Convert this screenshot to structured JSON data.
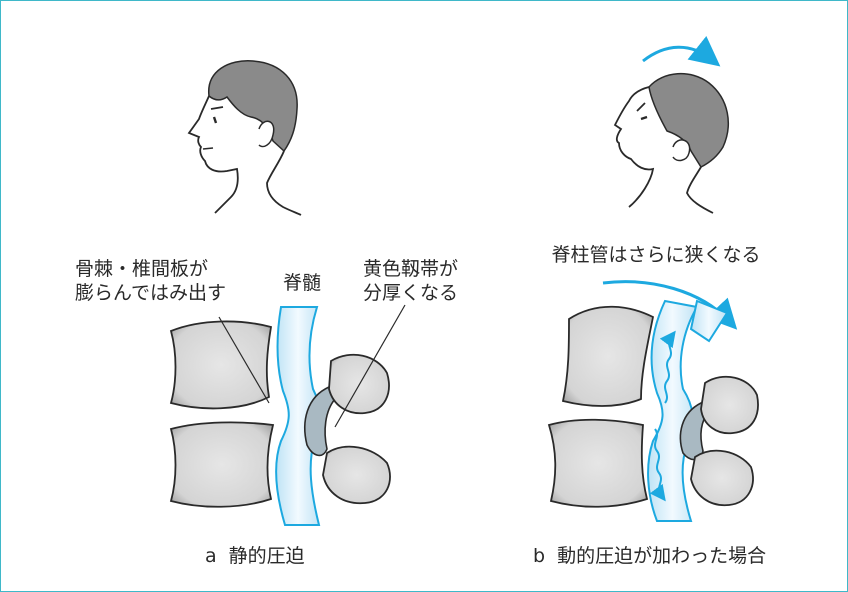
{
  "panel_a": {
    "label_osteophyte_line1": "骨棘・椎間板が",
    "label_osteophyte_line2": "膨らんではみ出す",
    "label_spinal_cord": "脊髄",
    "label_ligament_line1": "黄色靱帯が",
    "label_ligament_line2": "分厚くなる",
    "caption_letter": "a",
    "caption_text": "静的圧迫"
  },
  "panel_b": {
    "label_canal": "脊柱管はさらに狭くなる",
    "caption_letter": "b",
    "caption_text": "動的圧迫が加わった場合"
  },
  "colors": {
    "border": "#3fb8c9",
    "arrow": "#1da9e0",
    "cord": "#d9eef8",
    "bone": "#d9d9d9",
    "hair": "#8a8a8a",
    "ligament": "#a9b9c2"
  }
}
